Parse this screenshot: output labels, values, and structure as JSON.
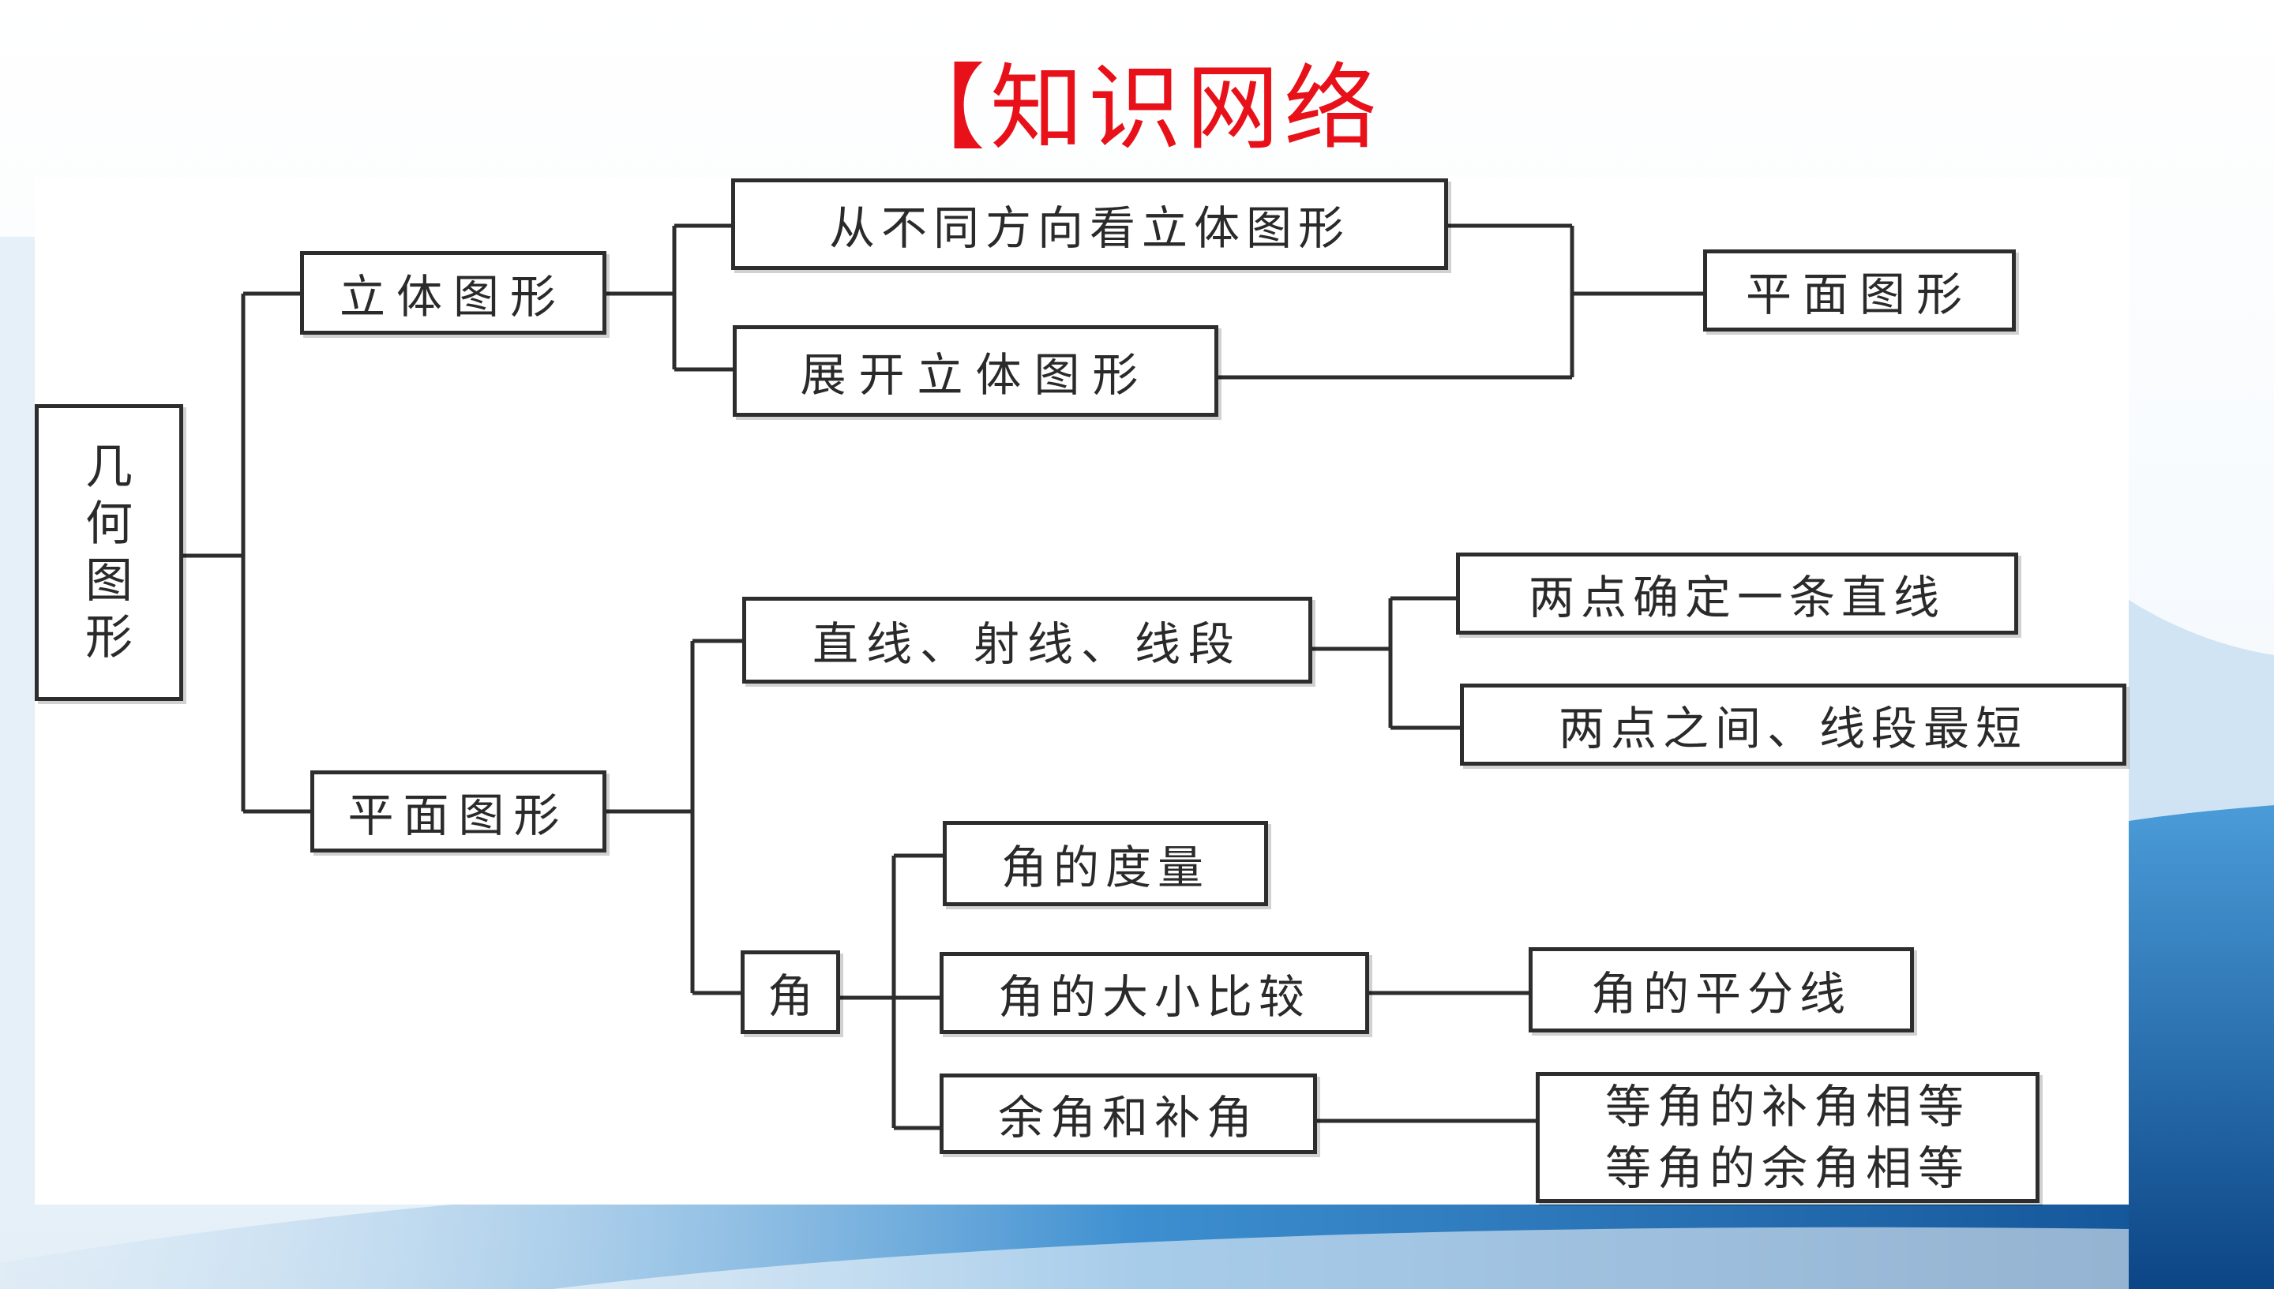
{
  "title": "【知识网络",
  "colors": {
    "title": "#e8111a",
    "line": "#2d2d2d",
    "panel": "#ffffff",
    "accent_blue": "#1f6fb4"
  },
  "nodes": {
    "root": "几\n何\n图\n形",
    "solid": "立体图形",
    "view": "从不同方向看立体图形",
    "unfold": "展开立体图形",
    "plane_result": "平面图形",
    "plane": "平面图形",
    "lines": "直线、射线、线段",
    "two_points_line": "两点确定一条直线",
    "shortest": "两点之间、线段最短",
    "angle": "角",
    "angle_measure": "角的度量",
    "angle_compare": "角的大小比较",
    "bisector": "角的平分线",
    "comp_supp": "余角和补角",
    "equal_angles_line1": "等角的补角相等",
    "equal_angles_line2": "等角的余角相等"
  }
}
